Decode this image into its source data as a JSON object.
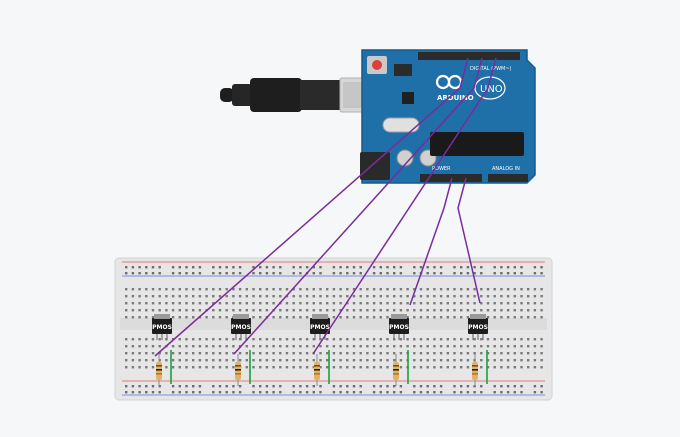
{
  "arduino": {
    "brand": "ARDUINO",
    "model": "UNO",
    "digital_label": "DIGITAL (PWM~)",
    "power_label": "POWER",
    "analog_label": "ANALOG IN",
    "colors": {
      "board": "#1f6fa8",
      "board_dark": "#175a8c",
      "header": "#2b2b2b"
    }
  },
  "usb": {
    "colors": {
      "plug": "#d8d8d8",
      "cable": "#1e1e1e"
    }
  },
  "breadboard": {
    "colors": {
      "body": "#e6e6e6",
      "hole": "#6d6d6d"
    }
  },
  "components": {
    "transistor_label": "PMOS",
    "transistor_count": 5,
    "resistor_count": 5
  },
  "wiring": {
    "wire_color": "#7b2b9e",
    "jumper_color": "#19a33a"
  }
}
